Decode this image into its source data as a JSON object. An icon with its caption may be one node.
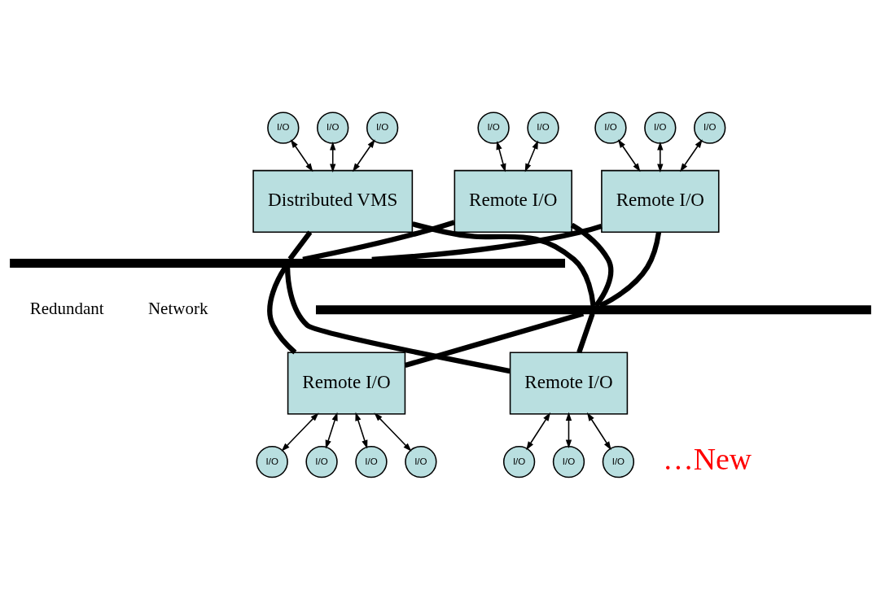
{
  "diagram": {
    "nodes": [
      {
        "text": [
          "I/O"
        ]
      },
      {
        "text": [
          "I/O"
        ]
      },
      {
        "text": [
          "I/O"
        ]
      },
      {
        "text": [
          "I/O"
        ]
      },
      {
        "text": [
          "I/O"
        ]
      },
      {
        "text": [
          "I/O"
        ]
      },
      {
        "text": [
          "I/O"
        ]
      },
      {
        "text": [
          "I/O"
        ]
      },
      {
        "text": [
          "Distributed VMS"
        ]
      },
      {
        "text": [
          "Remote I/O"
        ]
      },
      {
        "text": [
          "Remote I/O"
        ]
      },
      {
        "text": [],
        "shape": "bar"
      },
      {
        "text": [],
        "shape": "bar"
      },
      {
        "text": [
          "Remote I/O"
        ]
      },
      {
        "text": [
          "Remote I/O"
        ]
      },
      {
        "text": [
          "I/O"
        ]
      },
      {
        "text": [
          "I/O"
        ]
      },
      {
        "text": [
          "I/O"
        ]
      },
      {
        "text": [
          "I/O"
        ]
      },
      {
        "text": [
          "I/O"
        ]
      },
      {
        "text": [
          "I/O"
        ]
      },
      {
        "text": [
          "I/O"
        ]
      }
    ],
    "edges": [
      {
        "from": 0,
        "to": 8,
        "arrow": "both"
      },
      {
        "from": 1,
        "to": 8,
        "arrow": "both"
      },
      {
        "from": 2,
        "to": 8,
        "arrow": "both"
      },
      {
        "from": 3,
        "to": 9,
        "arrow": "both"
      },
      {
        "from": 4,
        "to": 9,
        "arrow": "both"
      },
      {
        "from": 5,
        "to": 10,
        "arrow": "both"
      },
      {
        "from": 6,
        "to": 10,
        "arrow": "both"
      },
      {
        "from": 7,
        "to": 10,
        "arrow": "both"
      },
      {
        "from": 8,
        "to": 11,
        "arrow": "none",
        "style": "thick"
      },
      {
        "from": 8,
        "to": 12,
        "arrow": "none",
        "style": "thick"
      },
      {
        "from": 9,
        "to": 11,
        "arrow": "none",
        "style": "thick"
      },
      {
        "from": 9,
        "to": 12,
        "arrow": "none",
        "style": "thick"
      },
      {
        "from": 10,
        "to": 11,
        "arrow": "none",
        "style": "thick"
      },
      {
        "from": 10,
        "to": 12,
        "arrow": "none",
        "style": "thick"
      },
      {
        "from": 11,
        "to": 13,
        "arrow": "none",
        "style": "thick"
      },
      {
        "from": 12,
        "to": 13,
        "arrow": "none",
        "style": "thick"
      },
      {
        "from": 11,
        "to": 14,
        "arrow": "none",
        "style": "thick"
      },
      {
        "from": 12,
        "to": 14,
        "arrow": "none",
        "style": "thick"
      },
      {
        "from": 13,
        "to": 15,
        "arrow": "both"
      },
      {
        "from": 13,
        "to": 16,
        "arrow": "both"
      },
      {
        "from": 13,
        "to": 17,
        "arrow": "both"
      },
      {
        "from": 13,
        "to": 18,
        "arrow": "both"
      },
      {
        "from": 14,
        "to": 19,
        "arrow": "both"
      },
      {
        "from": 14,
        "to": 20,
        "arrow": "both"
      },
      {
        "from": 14,
        "to": 21,
        "arrow": "both"
      }
    ],
    "labels": [
      "Redundant",
      "Network",
      "…New"
    ]
  }
}
